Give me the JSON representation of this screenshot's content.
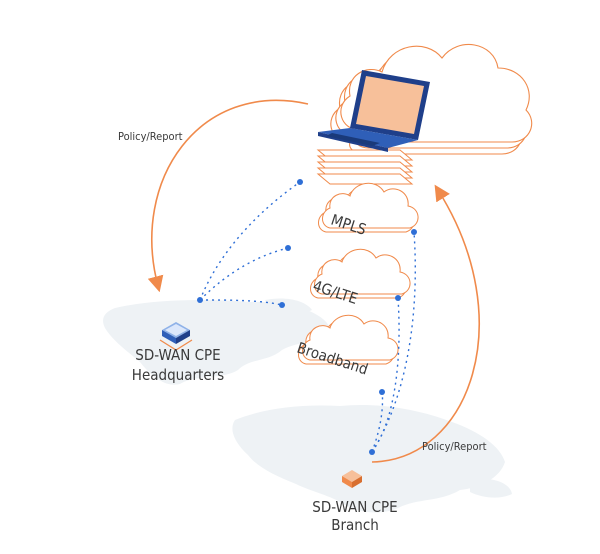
{
  "policy_report_top": "Policy/Report",
  "policy_report_bottom": "Policy/Report",
  "links": {
    "mpls": "MPLS",
    "lte": "4G/LTE",
    "broadband": "Broadband"
  },
  "hq": {
    "line1": "SD-WAN CPE",
    "line2": "Headquarters"
  },
  "branch": {
    "line1": "SD-WAN CPE",
    "line2": "Branch"
  },
  "colors": {
    "orange": "#f08a4b",
    "orange_light": "#f7c09a",
    "blue_dots": "#2f6fd6",
    "laptop": "#2f5fb8",
    "map": "#eef2f5",
    "text": "#3a3a3a"
  }
}
